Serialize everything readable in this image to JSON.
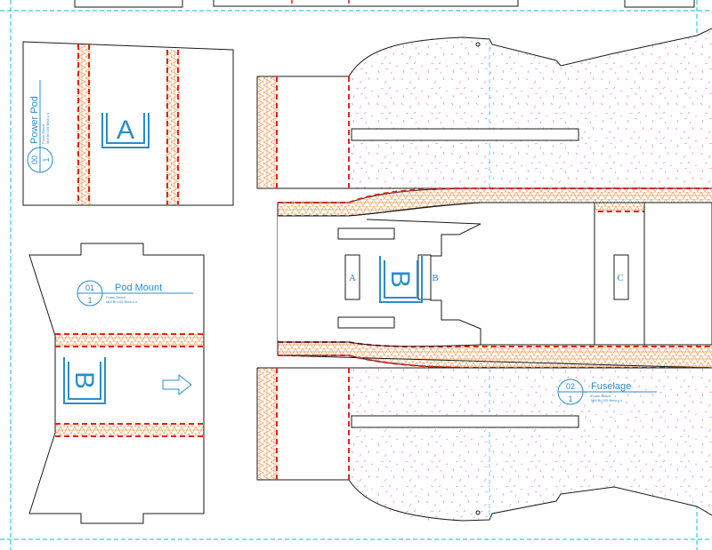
{
  "colors": {
    "outline": "#1a1a1a",
    "guide": "#11b8d8",
    "fold": "#e0231c",
    "hatch": "#f0a060",
    "label": "#2a8dc8",
    "speckle": "#e070e0"
  },
  "parts": {
    "power_pod": {
      "name": "Power Pod",
      "number": "00",
      "quantity": "1",
      "material": "Foam Board",
      "version": "MM Bf 109 Beta v.4",
      "letter": "A"
    },
    "pod_mount": {
      "name": "Pod Mount",
      "number": "01",
      "quantity": "1",
      "material": "Foam Board",
      "version": "MM Bf 109 Beta v.4",
      "letter": "B",
      "arrow_icon": "arrow-right-icon"
    },
    "fuselage": {
      "name": "Fuselage",
      "number": "02",
      "quantity": "1",
      "material": "Foam Board",
      "version": "MM Bf 109 Beta v.4",
      "slot_letter_b": "B",
      "slot_a": "A",
      "slot_b": "B",
      "slot_c": "C"
    }
  }
}
